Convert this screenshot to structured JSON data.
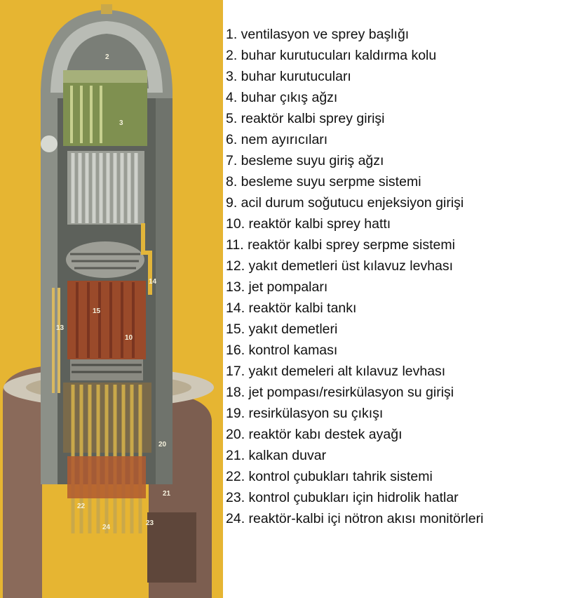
{
  "colors": {
    "background_left": "#e6b532",
    "background_right": "#ffffff",
    "vessel_gray": "#8c9088",
    "core_red": "#9a4a2a",
    "fuel_yellow": "#c9a84a",
    "dryer_green": "#7f9050",
    "text": "#111111"
  },
  "legend": [
    "1. ventilasyon ve sprey başlığı",
    "2. buhar kurutucuları  kaldırma kolu",
    "3. buhar kurutucuları",
    "4. buhar çıkış ağzı",
    "5. reaktör kalbi sprey girişi",
    "6. nem ayırıcıları",
    "7. besleme suyu giriş ağzı",
    "8. besleme suyu serpme sistemi",
    "9. acil durum soğutucu enjeksiyon girişi",
    "10. reaktör kalbi sprey hattı",
    "11. reaktör kalbi sprey serpme sistemi",
    "12. yakıt demetleri üst  kılavuz levhası",
    "13. jet pompaları",
    "14. reaktör kalbi tankı",
    "15. yakıt demetleri",
    "16. kontrol kaması",
    "17. yakıt demeleri  alt  kılavuz levhası",
    "18. jet pompası/resirkülasyon su girişi",
    "19. resirkülasyon su çıkışı",
    "20. reaktör kabı destek ayağı",
    "21. kalkan duvar",
    "22. kontrol çubukları tahrik sistemi",
    "23. kontrol çubukları için hidrolik hatlar",
    "24. reaktör-kalbi içi nötron akısı monitörleri"
  ],
  "callouts": {
    "c2": "2",
    "c3": "3",
    "c13": "13",
    "c15": "15",
    "c10": "10",
    "c14": "14",
    "c20": "20",
    "c21": "21",
    "c22": "22",
    "c23": "23",
    "c24": "24"
  }
}
